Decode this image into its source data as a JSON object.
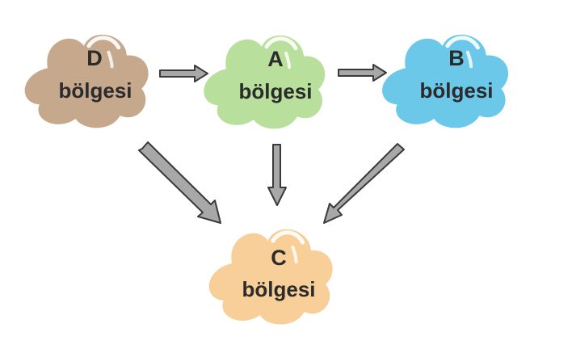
{
  "nodes": {
    "d": {
      "letter": "D",
      "word": "bölgesi",
      "color": "#c6a98c"
    },
    "a": {
      "letter": "A",
      "word": "bölgesi",
      "color": "#b8df9c"
    },
    "b": {
      "letter": "B",
      "word": "bölgesi",
      "color": "#6cc8e8"
    },
    "c": {
      "letter": "C",
      "word": "bölgesi",
      "color": "#f8cf98"
    }
  },
  "arrow_color": "#a8a8a8",
  "arrow_outline": "#3a3a3a",
  "edges": [
    {
      "from": "D",
      "to": "A"
    },
    {
      "from": "A",
      "to": "B"
    },
    {
      "from": "D",
      "to": "C"
    },
    {
      "from": "A",
      "to": "C"
    },
    {
      "from": "B",
      "to": "C"
    }
  ]
}
